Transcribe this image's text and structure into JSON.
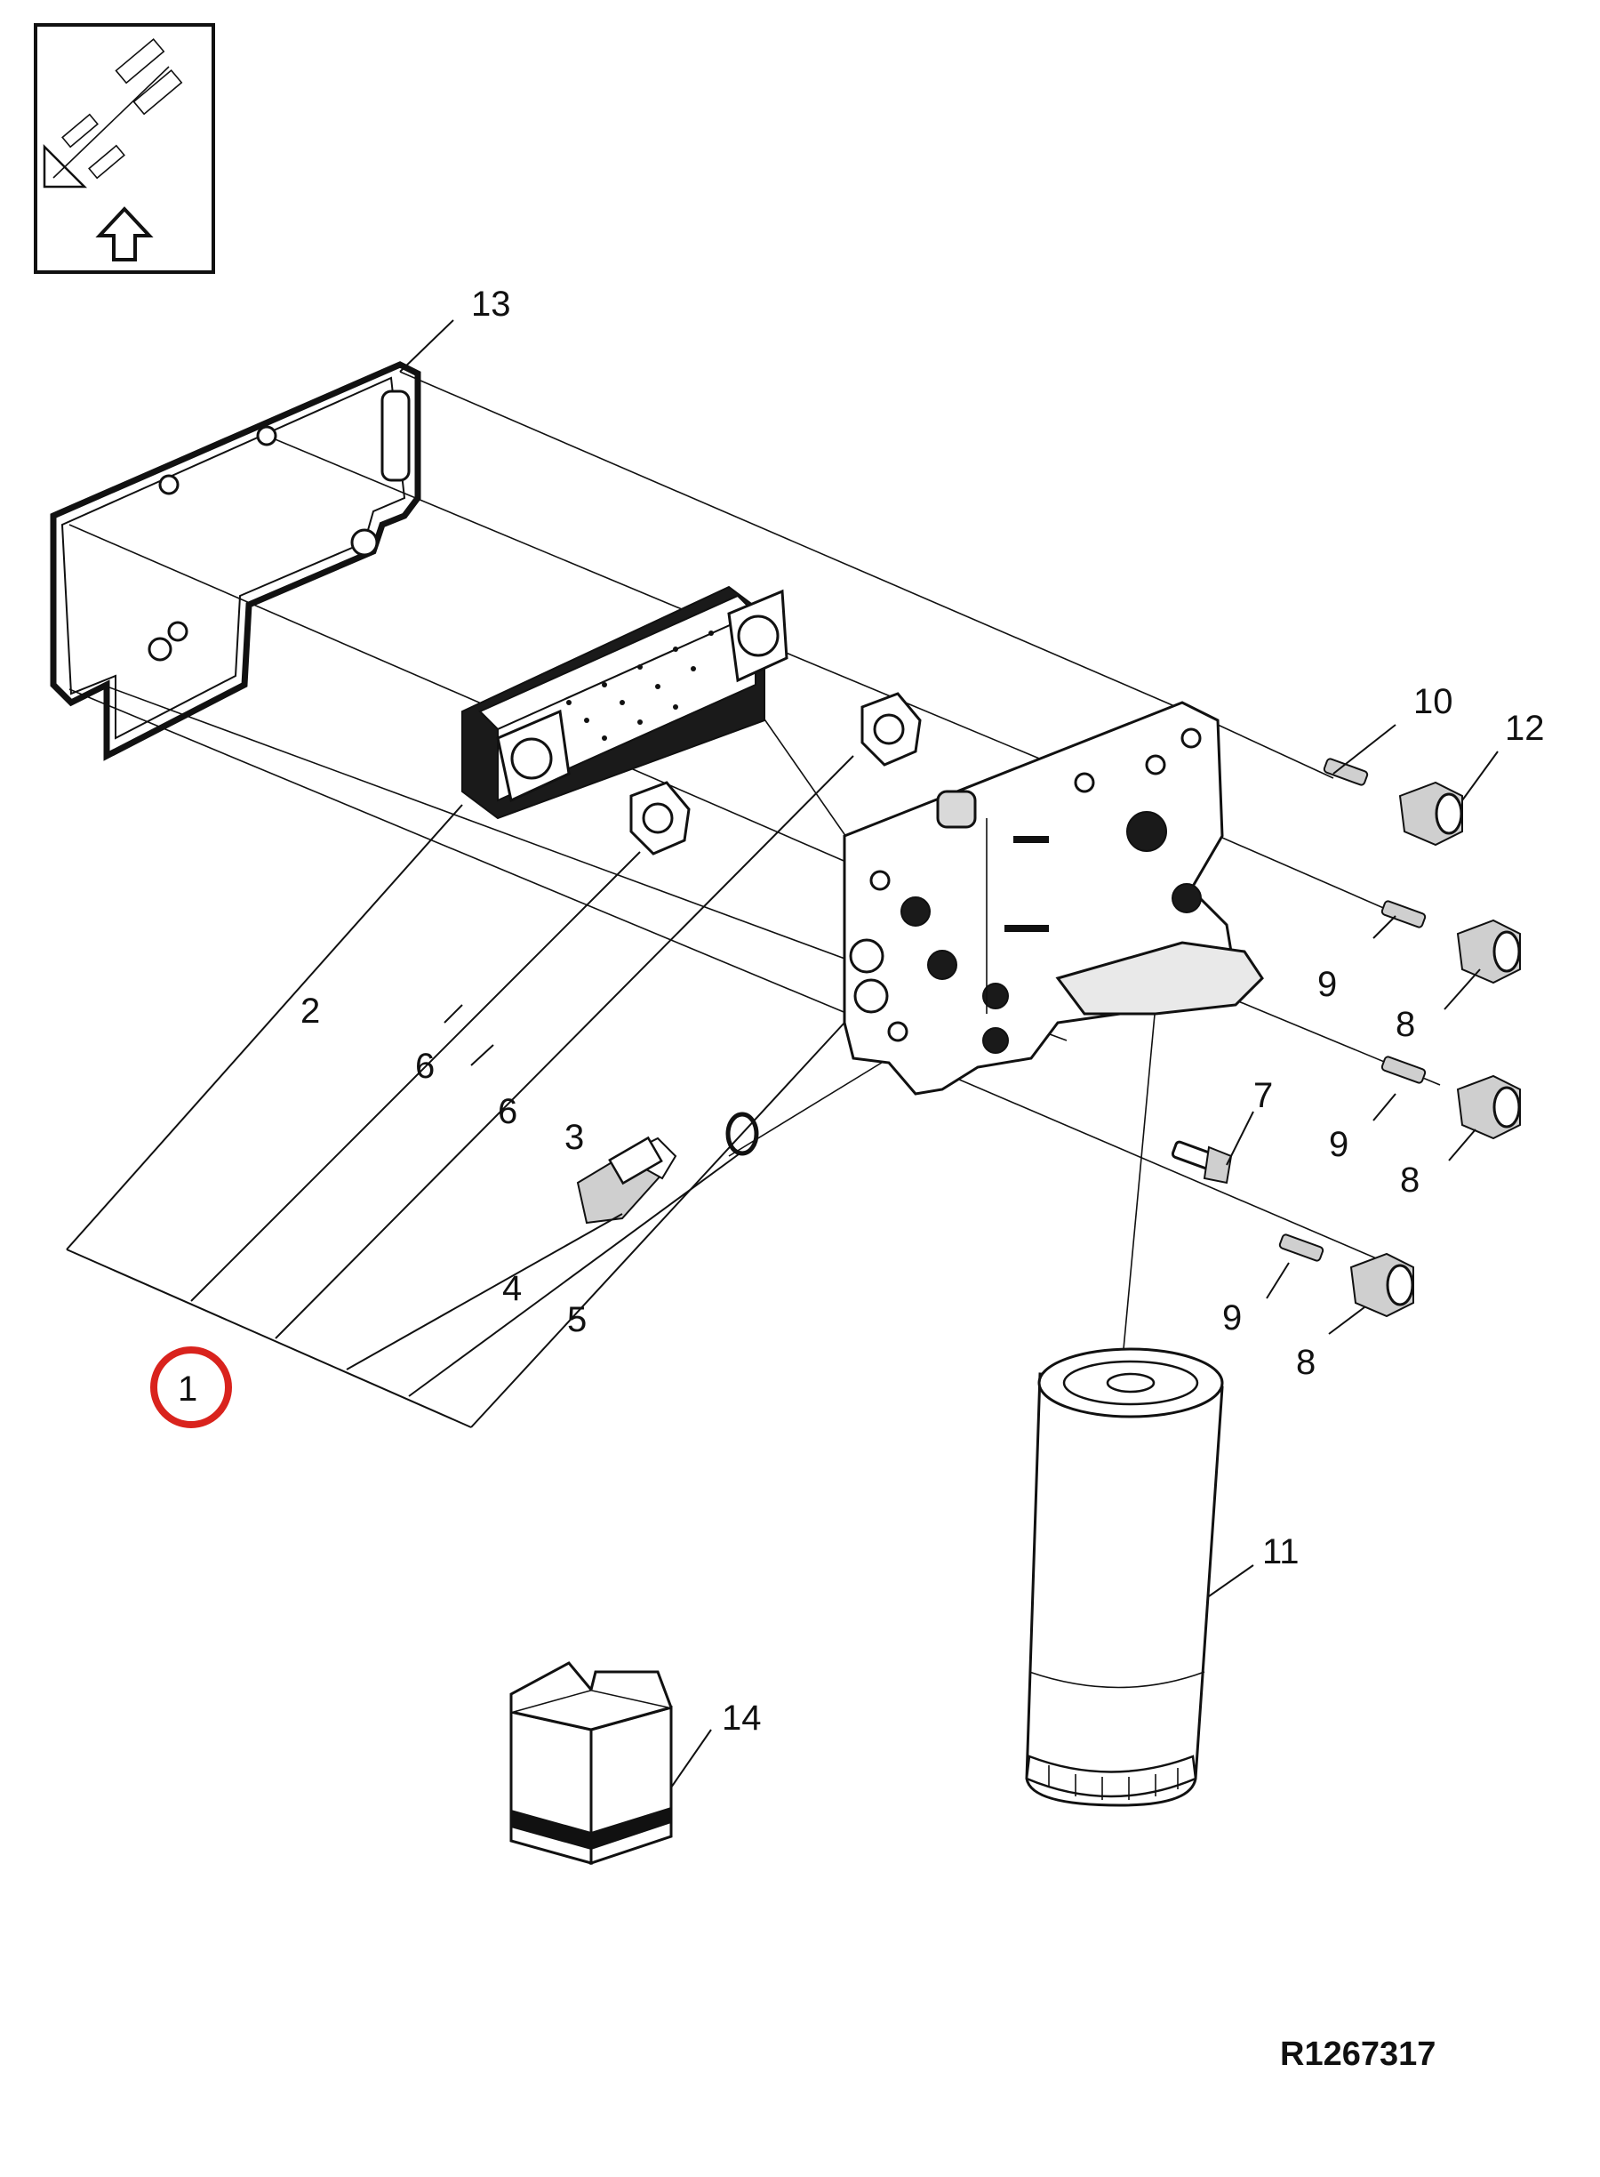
{
  "diagram": {
    "reference_code": "R1267317",
    "highlight_color": "#d9231d",
    "callouts": [
      {
        "id": "c1",
        "label": "1",
        "highlighted": true
      },
      {
        "id": "c2",
        "label": "2"
      },
      {
        "id": "c3",
        "label": "3"
      },
      {
        "id": "c4",
        "label": "4"
      },
      {
        "id": "c5",
        "label": "5"
      },
      {
        "id": "c6a",
        "label": "6"
      },
      {
        "id": "c6b",
        "label": "6"
      },
      {
        "id": "c7",
        "label": "7"
      },
      {
        "id": "c8a",
        "label": "8"
      },
      {
        "id": "c8b",
        "label": "8"
      },
      {
        "id": "c8c",
        "label": "8"
      },
      {
        "id": "c9a",
        "label": "9"
      },
      {
        "id": "c9b",
        "label": "9"
      },
      {
        "id": "c9c",
        "label": "9"
      },
      {
        "id": "c10",
        "label": "10"
      },
      {
        "id": "c11",
        "label": "11"
      },
      {
        "id": "c12",
        "label": "12"
      },
      {
        "id": "c13",
        "label": "13"
      },
      {
        "id": "c14",
        "label": "14"
      }
    ],
    "icons": [
      "orientation-icon",
      "up-arrow-icon",
      "kit-box-icon"
    ]
  }
}
